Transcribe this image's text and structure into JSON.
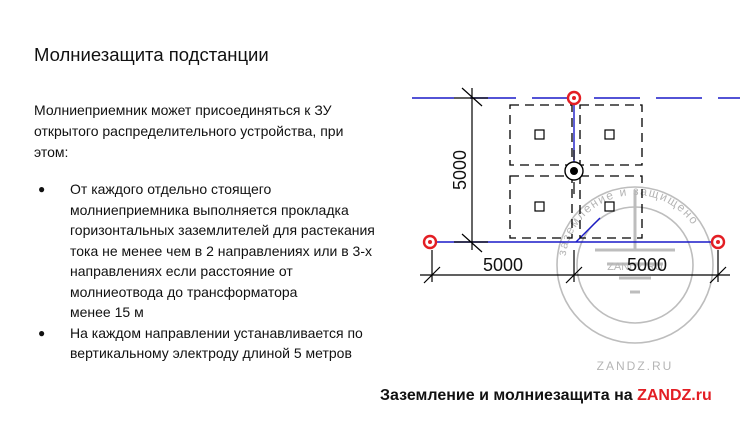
{
  "slide": {
    "title": "Молниезащита подстанции",
    "intro_lines": [
      "Молниеприемник может присоединяться к ЗУ",
      "открытого распределительного устройства, при",
      "этом:"
    ],
    "bullets": [
      {
        "marker": "●",
        "lines": [
          "От каждого отдельно стоящего",
          "молниеприемника выполняется прокладка",
          "горизонтальных заземлителей для растекания",
          "тока не менее чем в 2 направлениях или в 3-х",
          "направлениях если расстояние от",
          "молниеотвода до трансформатора",
          "менее 15 м"
        ]
      },
      {
        "marker": "●",
        "lines": [
          "На каждом направлении устанавливается по",
          "вертикальному электроду длиной 5 метров"
        ]
      }
    ]
  },
  "diagram": {
    "dim_vertical": "5000",
    "dim_left": "5000",
    "dim_right": "5000",
    "colors": {
      "ground_line": "#1a1ac8",
      "rod": "#e31e24",
      "line": "#000000"
    }
  },
  "watermark": {
    "arc_text": "заземление и защищено",
    "bottom_text": "ZANDZ.RU",
    "mid_text": "ZANDZ.RU",
    "color": "#b8b8b8"
  },
  "footer": {
    "text": "Заземление и молниезащита на ",
    "brand": "ZANDZ.ru"
  }
}
